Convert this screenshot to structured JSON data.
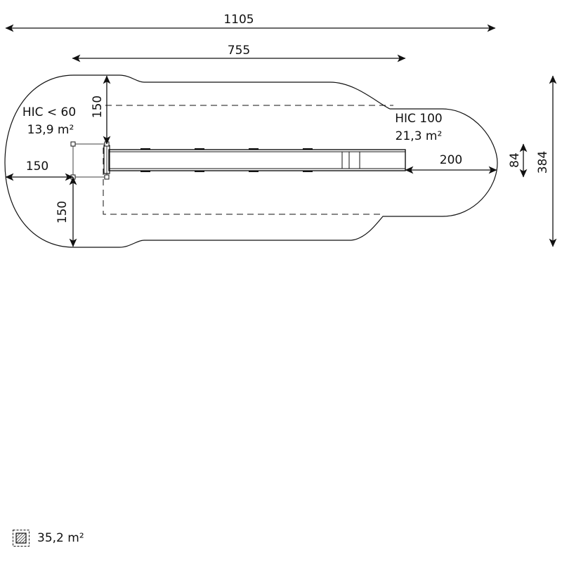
{
  "dimensions": {
    "overall_length": "1105",
    "inner_length": "755",
    "top_zone": "150",
    "left_zone": "150",
    "bottom_zone": "150",
    "right_zone": "200",
    "equipment_width": "84",
    "overall_width": "384"
  },
  "zones": {
    "left": {
      "label": "HIC < 60",
      "area": "13,9 m²"
    },
    "right": {
      "label": "HIC 100",
      "area": "21,3 m²"
    }
  },
  "legend": {
    "icon": "hatched-area-icon",
    "total_area": "35,2 m²"
  },
  "colors": {
    "line": "#111111",
    "background": "#ffffff"
  }
}
